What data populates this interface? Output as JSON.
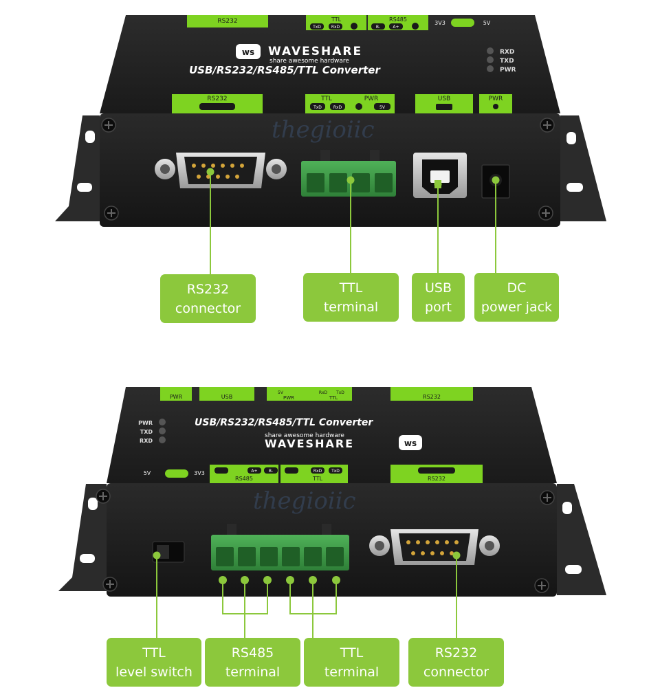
{
  "watermark": "thegioiic",
  "top_device": {
    "brand": "WAVESHARE",
    "tagline": "share awesome hardware",
    "product": "USB/RS232/RS485/TTL Converter",
    "leds": [
      "RXD",
      "TXD",
      "PWR"
    ],
    "top_labels": {
      "rs232": "RS232",
      "ttl": "TTL",
      "rs485": "RS485",
      "volt_3v3": "3V3",
      "volt_5v": "5V"
    },
    "top_pins": {
      "txd": "TxD",
      "rxd": "RxD",
      "b": "B-",
      "a": "A+"
    },
    "front_labels": {
      "rs232": "RS232",
      "ttl": "TTL",
      "pwr": "PWR",
      "usb": "USB",
      "pwr2": "PWR"
    },
    "front_pins": {
      "txd": "TxD",
      "rxd": "RxD",
      "v5": "5V"
    }
  },
  "bottom_device": {
    "brand": "WAVESHARE",
    "tagline": "share awesome hardware",
    "product": "USB/RS232/RS485/TTL Converter",
    "leds": [
      "PWR",
      "TXD",
      "RXD"
    ],
    "back_labels": {
      "pwr": "PWR",
      "usb": "USB",
      "pwr2": "PWR",
      "ttl": "TTL",
      "rs232": "RS232"
    },
    "back_pins": {
      "v5": "5V",
      "rxd": "RxD",
      "txd": "TxD"
    },
    "front_labels": {
      "rs485": "RS485",
      "ttl": "TTL",
      "rs232": "RS232",
      "volt_3v3": "3V3",
      "volt_5v": "5V"
    },
    "front_pins": {
      "a": "A+",
      "b": "B-",
      "rxd": "RxD",
      "txd": "TxD"
    }
  },
  "callouts_top": [
    {
      "line1": "RS232",
      "line2": "connector"
    },
    {
      "line1": "TTL",
      "line2": "terminal"
    },
    {
      "line1": "USB",
      "line2": "port"
    },
    {
      "line1": "DC",
      "line2": "power jack"
    }
  ],
  "callouts_bottom": [
    {
      "line1": "TTL",
      "line2": "level switch"
    },
    {
      "line1": "RS485",
      "line2": "terminal"
    },
    {
      "line1": "TTL",
      "line2": "terminal"
    },
    {
      "line1": "RS232",
      "line2": "connector"
    }
  ],
  "colors": {
    "accent_green": "#8cc83c",
    "label_green": "#7ed321",
    "body_dark": "#1e1e1e",
    "terminal_green": "#3f9b47"
  }
}
